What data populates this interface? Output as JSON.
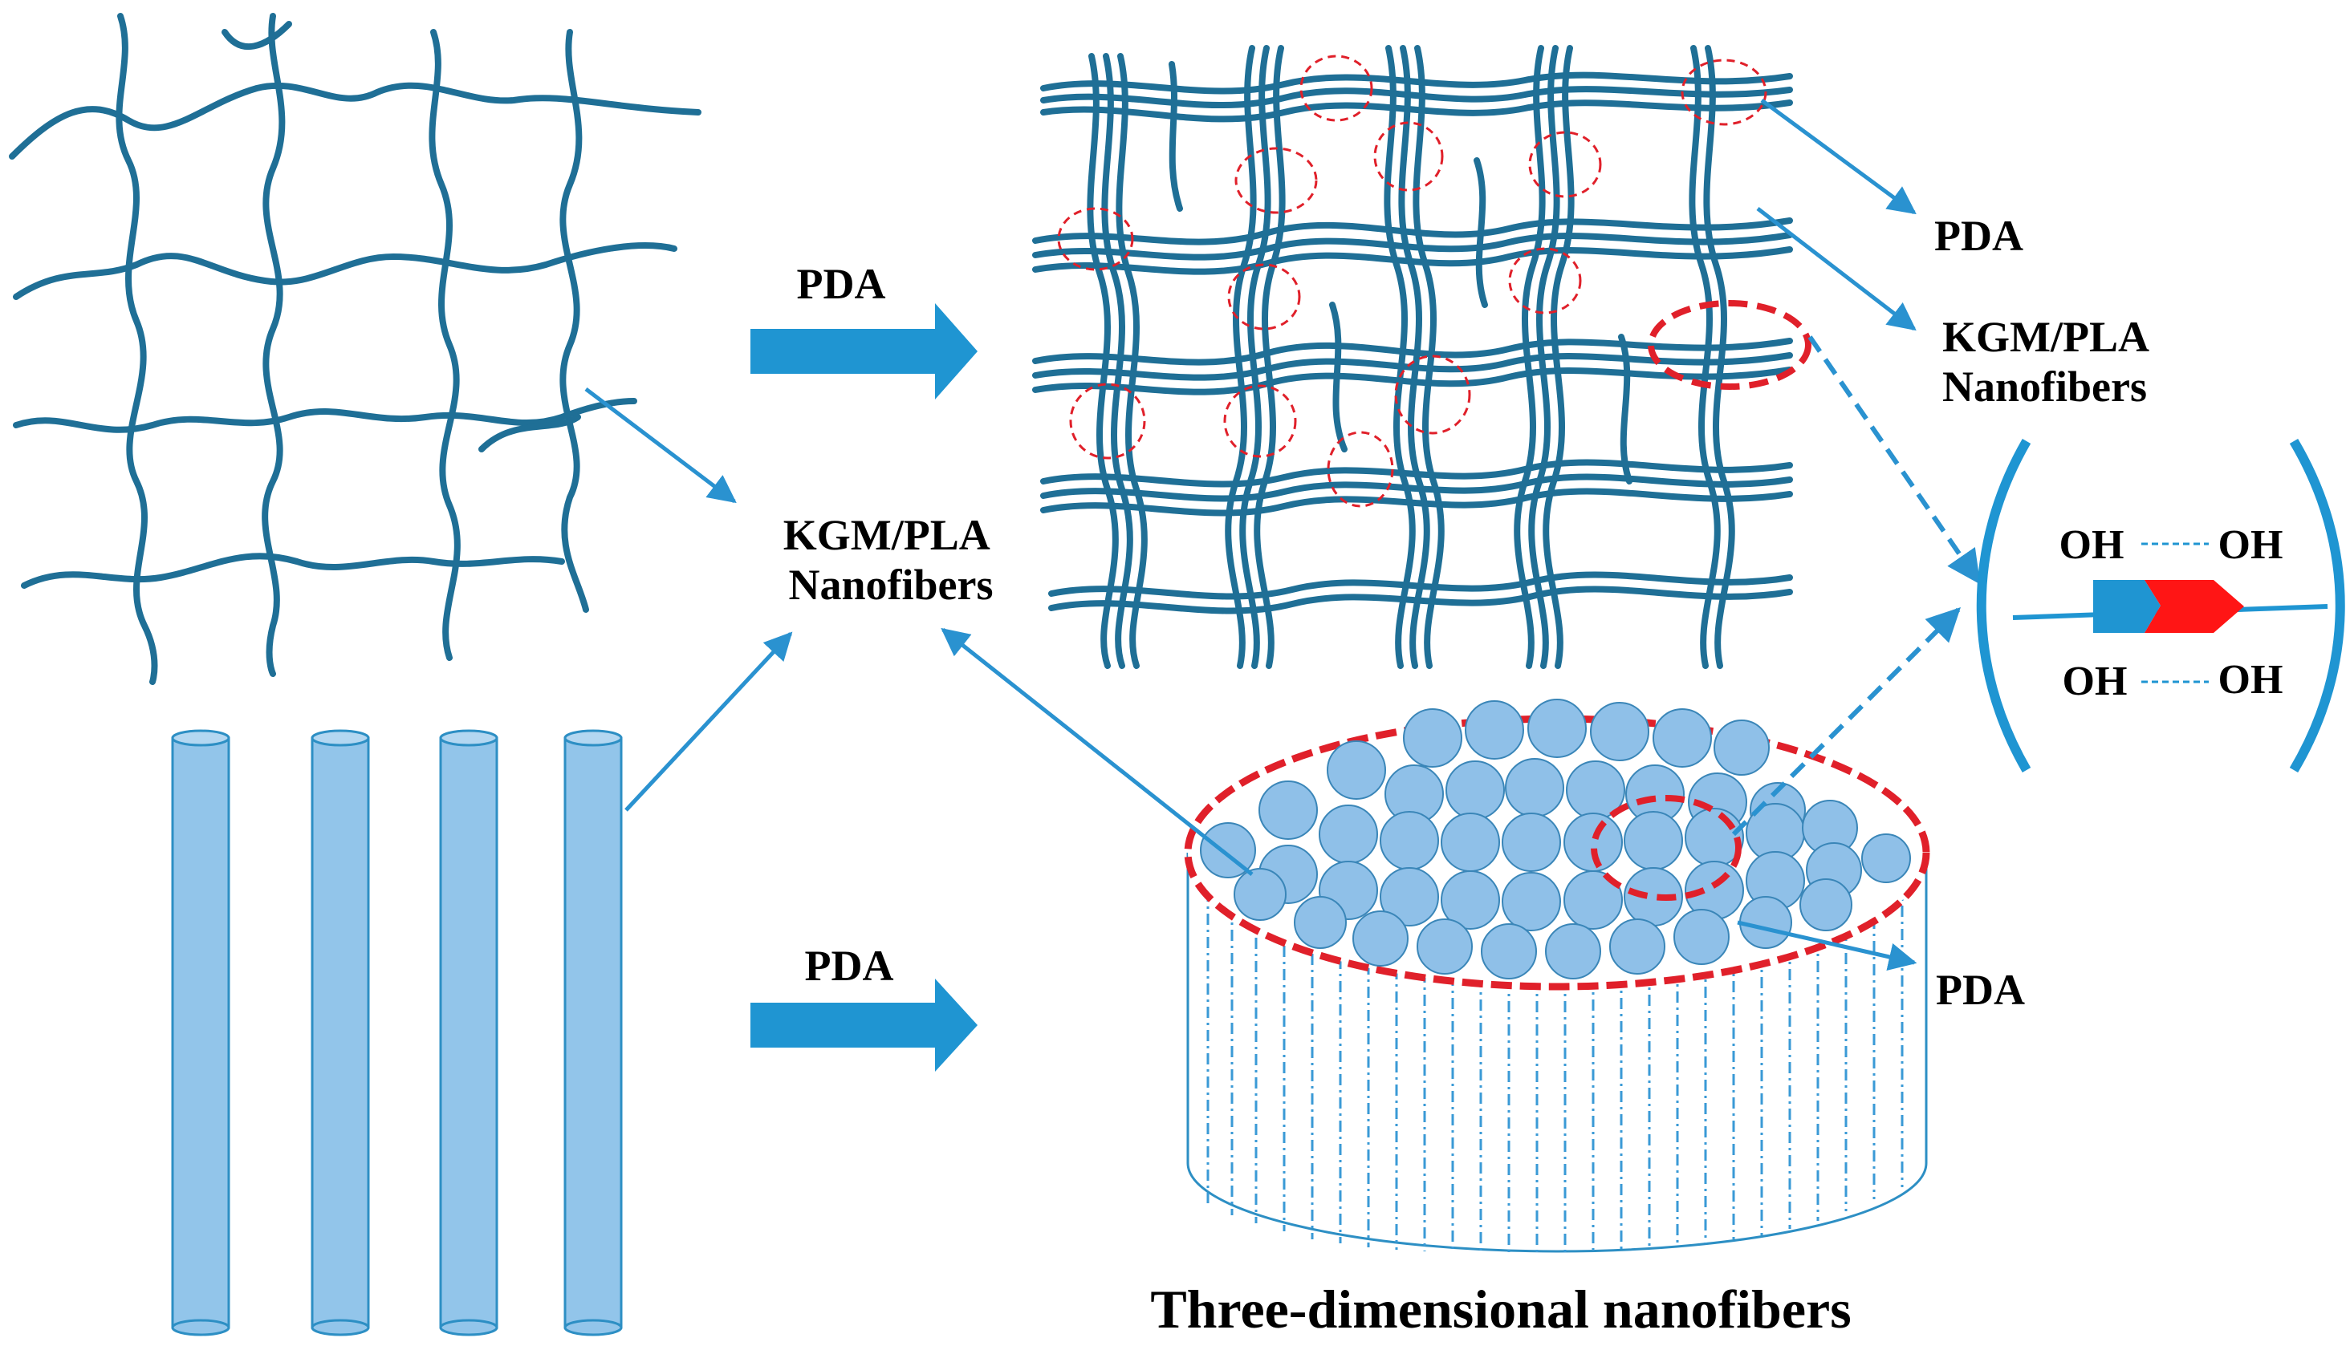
{
  "labels": {
    "pda_top_arrow": "PDA",
    "pda_bottom_arrow": "PDA",
    "pda_top_right": "PDA",
    "pda_bottom_right": "PDA",
    "kgm_center_line1": "KGM/PLA",
    "kgm_center_line2": "Nanofibers",
    "kgm_right_line1": "KGM/PLA",
    "kgm_right_line2": "Nanofibers",
    "oh_top_left": "OH",
    "oh_top_right": "OH",
    "oh_bottom_left": "OH",
    "oh_bottom_right": "OH",
    "caption": "Three-dimensional nanofibers"
  },
  "colors": {
    "fiber_dark": "#1f6f96",
    "fiber_light": "#1f95d2",
    "rod_fill": "#92c5ea",
    "rod_stroke": "#2d8fc4",
    "circle_fill": "#8fc0e8",
    "circle_stroke": "#3a86b8",
    "highlight_red": "#e0202a",
    "pointer_blue": "#2a92d0",
    "block_blue": "#1f95d2",
    "block_red": "#ff1515"
  }
}
